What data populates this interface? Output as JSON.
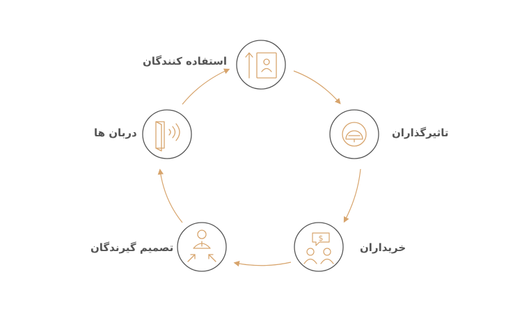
{
  "colors": {
    "accent": "#D7A46C",
    "circle_stroke": "#555555",
    "text": "#555555"
  },
  "nodes": [
    {
      "id": "users",
      "label": "استفاده کنندگان",
      "icon": "user-profile-upload-icon"
    },
    {
      "id": "influencers",
      "label": "تاثیرگذاران",
      "icon": "dome-gauge-icon"
    },
    {
      "id": "buyers",
      "label": "خریداران",
      "icon": "buyers-with-dollar-bubble-icon"
    },
    {
      "id": "decision-makers",
      "label": "تصمیم گیرندگان",
      "icon": "decision-maker-arrows-icon"
    },
    {
      "id": "gatekeepers",
      "label": "دربان ها",
      "icon": "door-signal-icon"
    }
  ]
}
